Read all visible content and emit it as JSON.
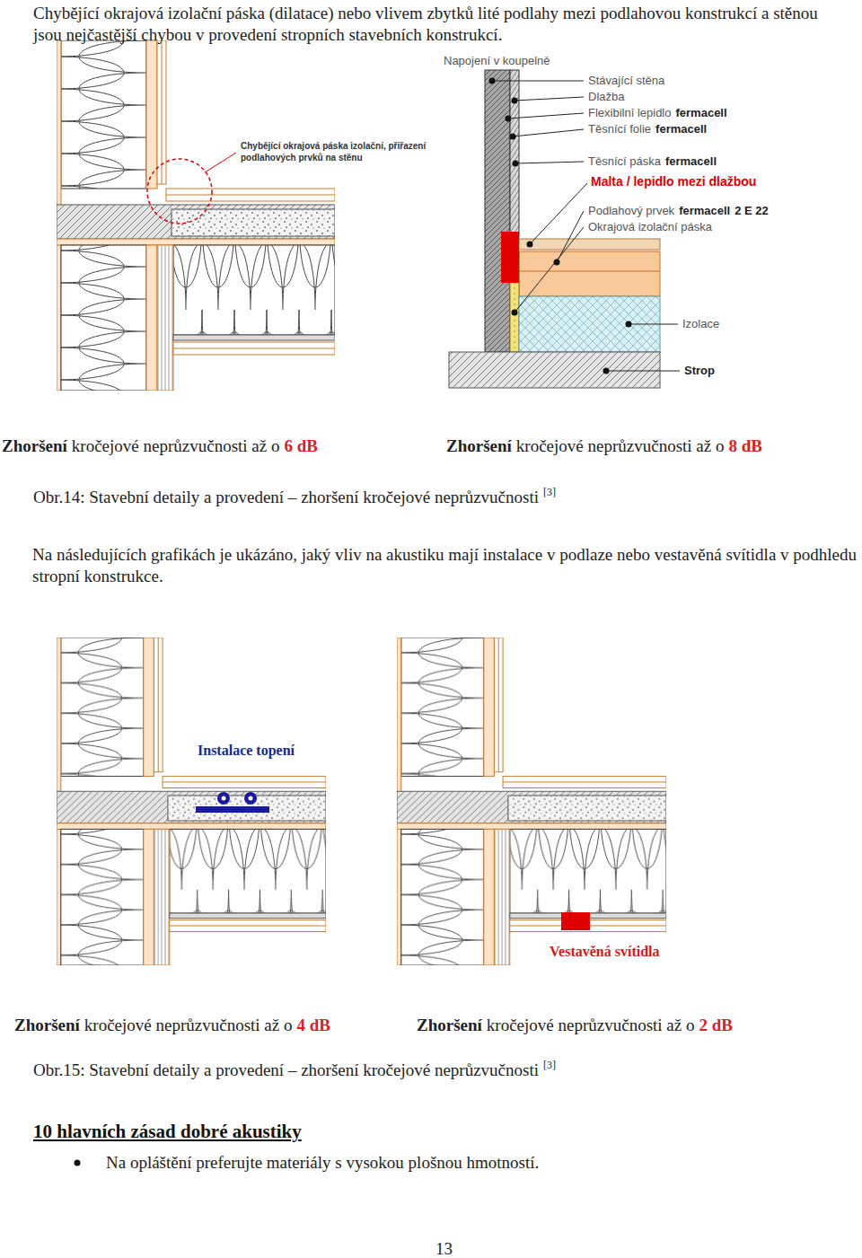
{
  "diagram": {
    "labels": [
      "Chybějící okrajová izolační páska (dilatace) nebo vlivem zbytků lité podlahy mezi podlahovou konstrukcí a stěnou jsou nejčastější chybou v provedení stropních stavebních konstrukcí.",
      "Chybějící okrajová páska izolační, přiřazení podlahových prvků na stěnu",
      "Napojení v koupelně",
      "Stávající stěna",
      "Dlažba",
      "Flexibilní lepidlo",
      "fermacell",
      "Těsnící folie",
      "fermacell",
      "Těsnící páska",
      "fermacell",
      "Malta / lepidlo mezi dlažbou",
      "Podlahový prvek",
      "fermacell",
      "2 E 22",
      "Okrajová izolační páska",
      "Izolace",
      "Strop",
      "Zhoršení",
      "kročejové neprůzvučnosti až o",
      "6 dB",
      "Zhoršení",
      "kročejové neprůzvučnosti až o",
      "8 dB",
      "Obr.14: Stavební detaily a provedení – zhoršení kročejové neprůzvučnosti",
      "[3]",
      "Na následujících grafikách je ukázáno, jaký vliv na akustiku mají instalace v podlaze nebo vestavěná svítidla v podhledu stropní konstrukce.",
      "Instalace topení",
      "Vestavěná svítidla",
      "Zhoršení",
      "kročejové neprůzvučnosti až o",
      "4 dB",
      "Zhoršení",
      "kročejové neprůzvučnosti až o",
      "2 dB",
      "Obr.15: Stavební detaily a provedení – zhoršení kročejové neprůzvučnosti",
      "[3]",
      "10 hlavních zásad dobré akustiky",
      "Na opláštění preferujte materiály s vysokou plošnou hmotností.",
      "13"
    ]
  }
}
